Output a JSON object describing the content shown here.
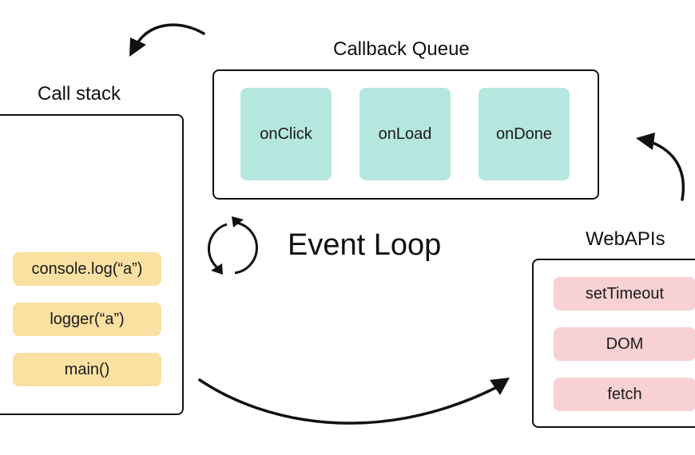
{
  "call_stack": {
    "title": "Call stack",
    "items": [
      "console.log(“a”)",
      "logger(“a”)",
      "main()"
    ]
  },
  "callback_queue": {
    "title": "Callback Queue",
    "items": [
      "onClick",
      "onLoad",
      "onDone"
    ]
  },
  "event_loop": {
    "title": "Event Loop"
  },
  "web_apis": {
    "title": "WebAPIs",
    "items": [
      "setTimeout",
      "DOM",
      "fetch"
    ]
  },
  "colors": {
    "stack_item": "#fae1a2",
    "queue_item": "#b6e7de",
    "api_item": "#f7d1d3",
    "stroke": "#111111"
  }
}
